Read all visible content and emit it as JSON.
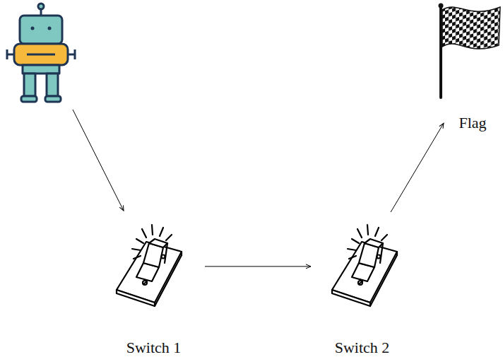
{
  "diagram": {
    "nodes": [
      {
        "text": [
          "Switch 1"
        ]
      },
      {
        "text": [
          "Switch 2"
        ]
      },
      {
        "text": [
          "Flag"
        ]
      }
    ],
    "edges": [
      {
        "from": 0,
        "to": 1,
        "arrow": "to"
      },
      {
        "from": 1,
        "to": 2,
        "arrow": "to"
      }
    ]
  }
}
